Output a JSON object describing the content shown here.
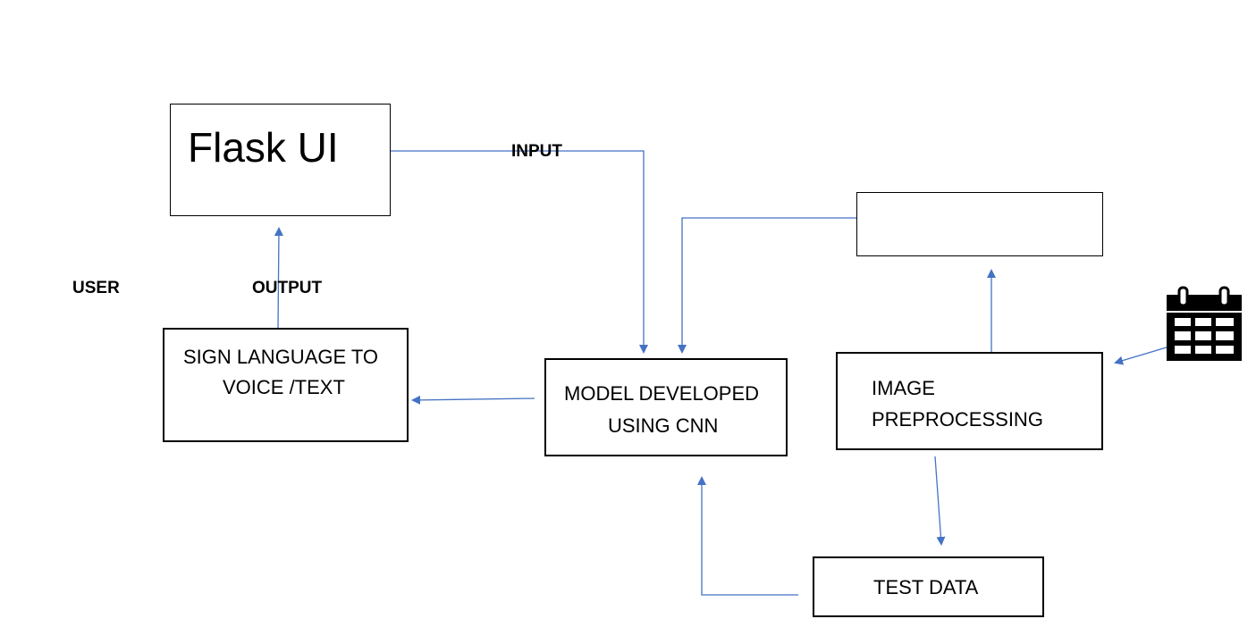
{
  "nodes": {
    "flask_ui": "Flask UI",
    "sign_language": [
      "SIGN LANGUAGE TO",
      "VOICE /TEXT"
    ],
    "model": [
      "MODEL DEVELOPED",
      "USING CNN"
    ],
    "image_preprocessing": [
      "IMAGE",
      "PREPROCESSING"
    ],
    "test_data": "TEST DATA",
    "dataset": ""
  },
  "labels": {
    "input": "INPUT",
    "user": "USER",
    "output": "OUTPUT"
  },
  "colors": {
    "connector": "#4472C4",
    "border": "#000000"
  },
  "icons": {
    "dataset_source": "calendar-icon"
  }
}
